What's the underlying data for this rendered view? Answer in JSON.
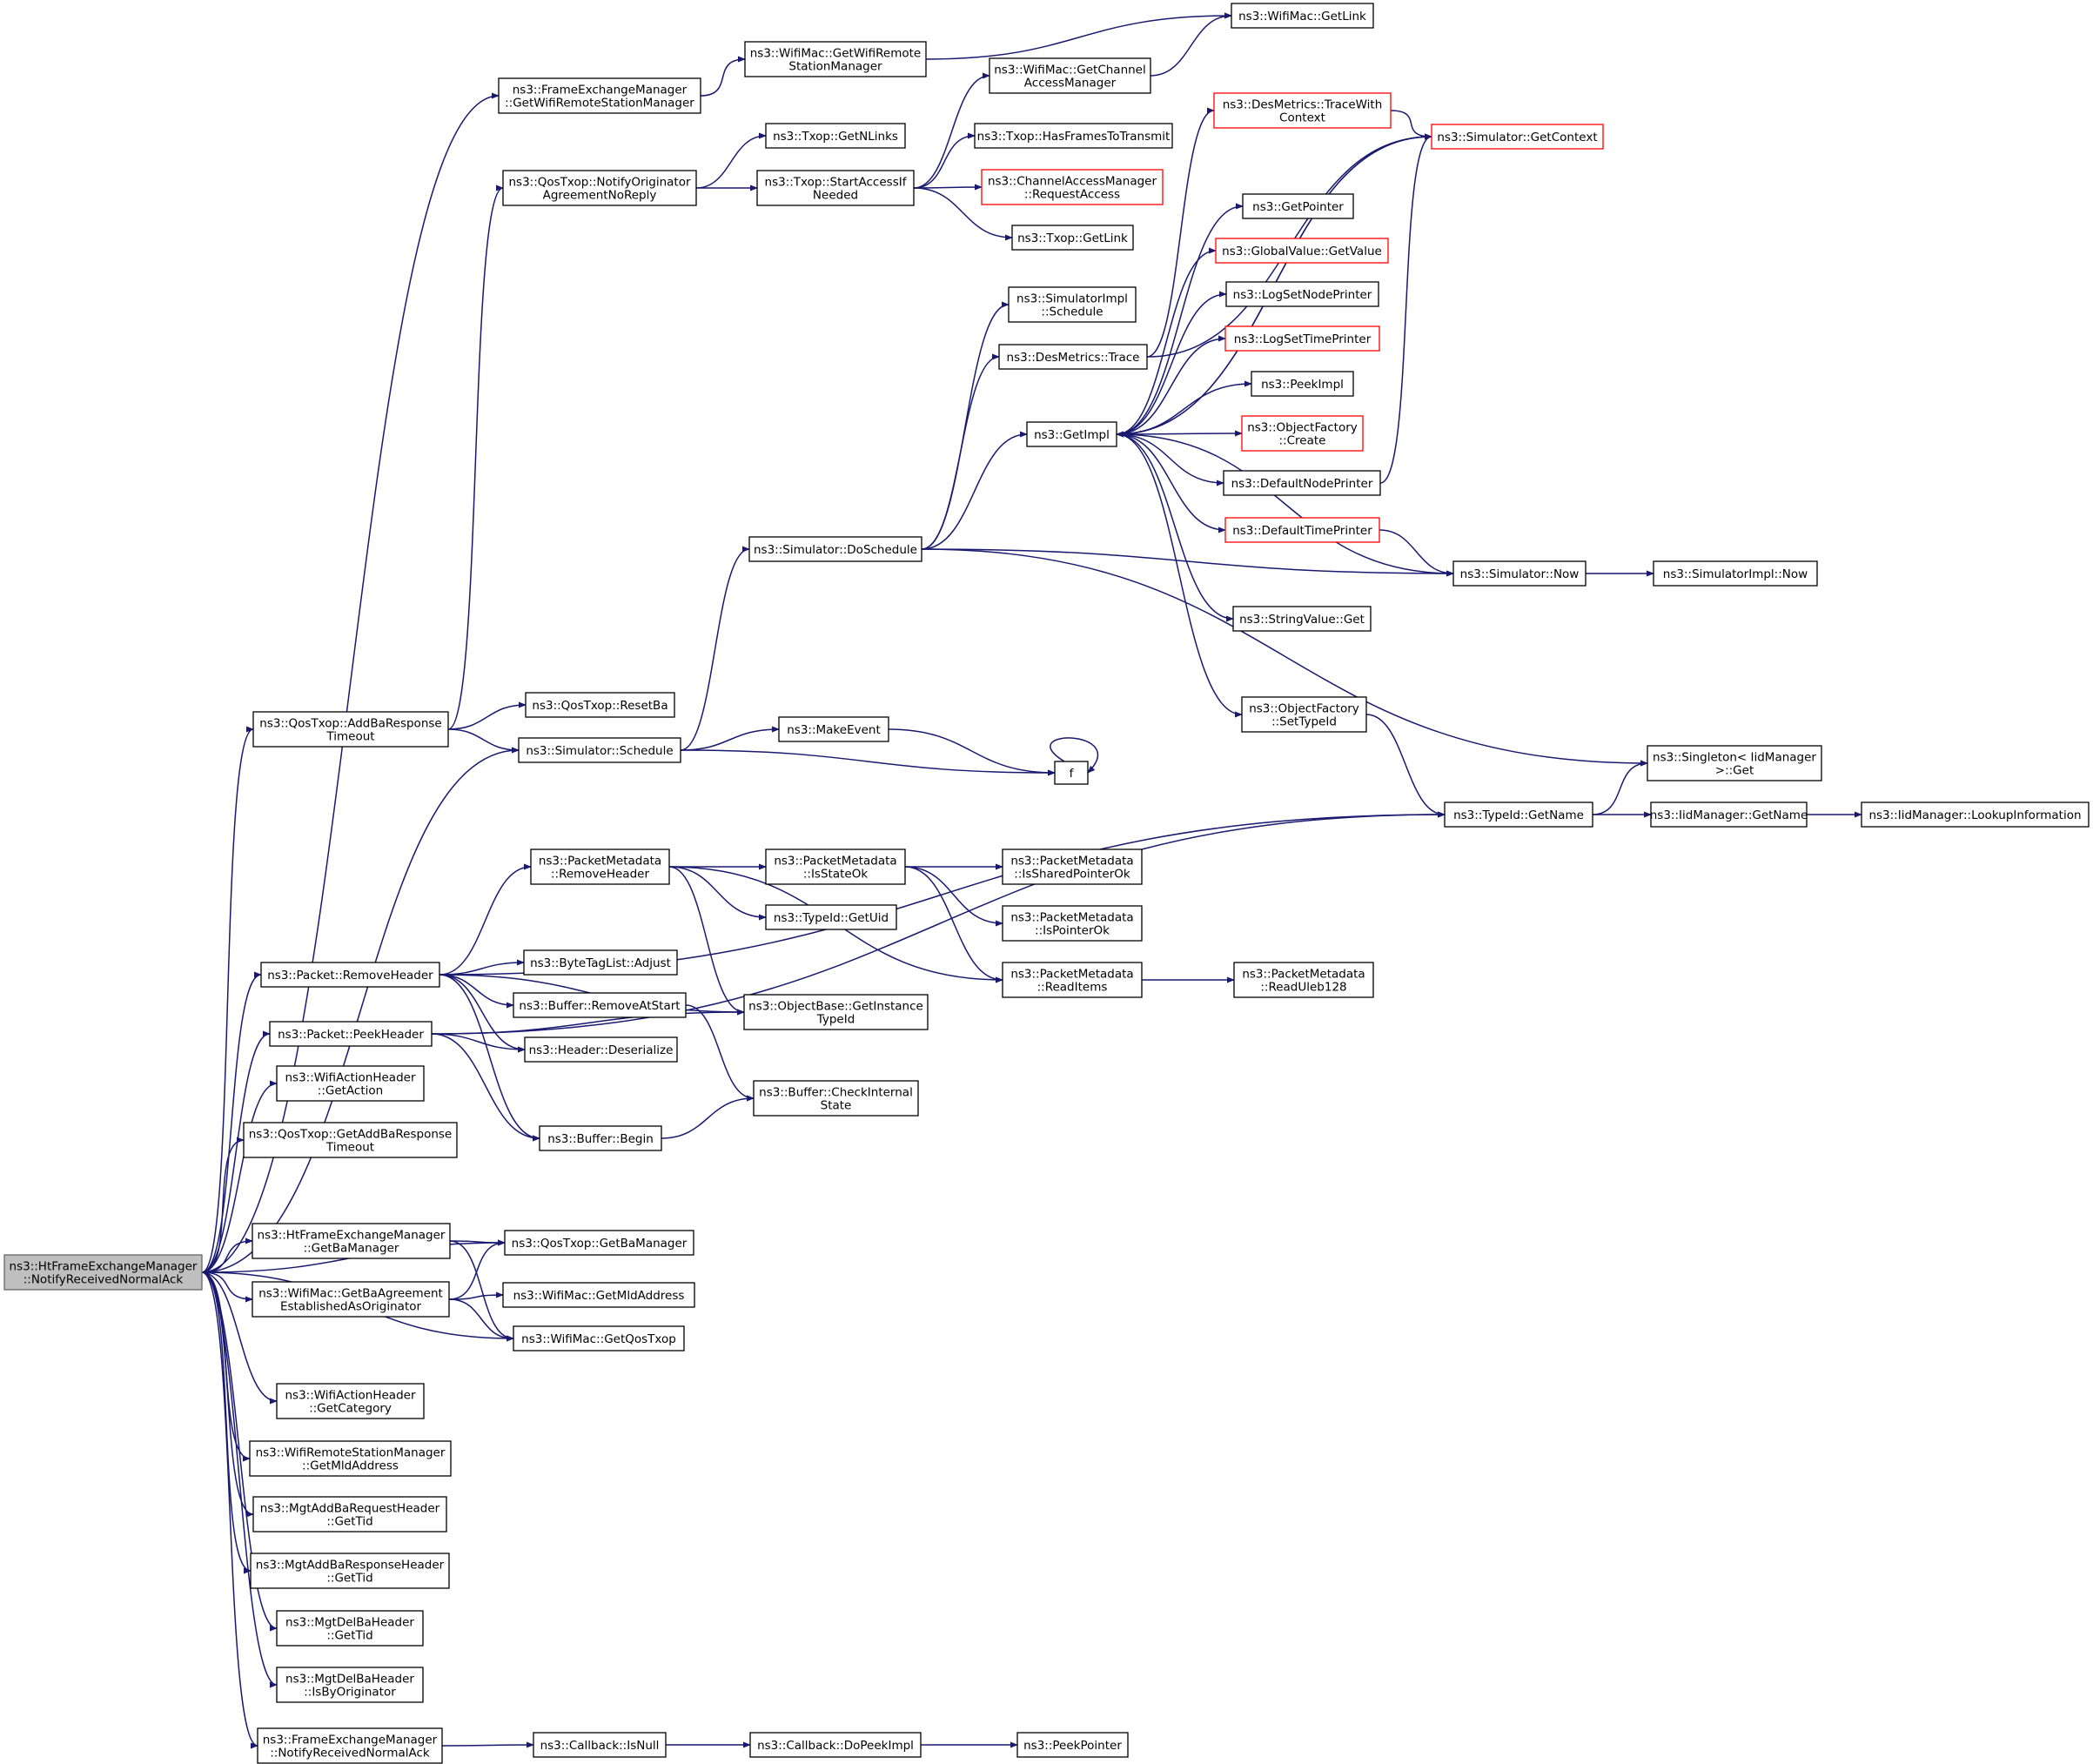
{
  "diagram": {
    "nodes": [
      {
        "id": "root",
        "lines": [
          "ns3::HtFrameExchangeManager",
          "::NotifyReceivedNormalAck"
        ],
        "style": "root"
      },
      {
        "id": "fem_gwrsm",
        "lines": [
          "ns3::FrameExchangeManager",
          "::GetWifiRemoteStationManager"
        ]
      },
      {
        "id": "wm_gwrsm",
        "lines": [
          "ns3::WifiMac::GetWifiRemote",
          "StationManager"
        ]
      },
      {
        "id": "wm_getlink",
        "lines": [
          "ns3::WifiMac::GetLink"
        ]
      },
      {
        "id": "wm_gcam",
        "lines": [
          "ns3::WifiMac::GetChannel",
          "AccessManager"
        ]
      },
      {
        "id": "txop_gnl",
        "lines": [
          "ns3::Txop::GetNLinks"
        ]
      },
      {
        "id": "qt_noanr",
        "lines": [
          "ns3::QosTxop::NotifyOriginator",
          "AgreementNoReply"
        ]
      },
      {
        "id": "txop_sain",
        "lines": [
          "ns3::Txop::StartAccessIf",
          "Needed"
        ]
      },
      {
        "id": "txop_hftt",
        "lines": [
          "ns3::Txop::HasFramesToTransmit"
        ]
      },
      {
        "id": "cam_ra",
        "lines": [
          "ns3::ChannelAccessManager",
          "::RequestAccess"
        ],
        "style": "red"
      },
      {
        "id": "txop_getlink",
        "lines": [
          "ns3::Txop::GetLink"
        ]
      },
      {
        "id": "dm_twc",
        "lines": [
          "ns3::DesMetrics::TraceWith",
          "Context"
        ],
        "style": "red"
      },
      {
        "id": "sim_gc",
        "lines": [
          "ns3::Simulator::GetContext"
        ],
        "style": "red"
      },
      {
        "id": "getpointer",
        "lines": [
          "ns3::GetPointer"
        ]
      },
      {
        "id": "gv_getvalue",
        "lines": [
          "ns3::GlobalValue::GetValue"
        ],
        "style": "red"
      },
      {
        "id": "lsnp",
        "lines": [
          "ns3::LogSetNodePrinter"
        ]
      },
      {
        "id": "lstp",
        "lines": [
          "ns3::LogSetTimePrinter"
        ],
        "style": "red"
      },
      {
        "id": "simimpl_sched",
        "lines": [
          "ns3::SimulatorImpl",
          "::Schedule"
        ]
      },
      {
        "id": "dm_trace",
        "lines": [
          "ns3::DesMetrics::Trace"
        ]
      },
      {
        "id": "peekimpl",
        "lines": [
          "ns3::PeekImpl"
        ]
      },
      {
        "id": "getimpl",
        "lines": [
          "ns3::GetImpl"
        ]
      },
      {
        "id": "of_create",
        "lines": [
          "ns3::ObjectFactory",
          "::Create"
        ],
        "style": "red"
      },
      {
        "id": "dnp",
        "lines": [
          "ns3::DefaultNodePrinter"
        ]
      },
      {
        "id": "dtp",
        "lines": [
          "ns3::DefaultTimePrinter"
        ],
        "style": "red"
      },
      {
        "id": "sim_dosched",
        "lines": [
          "ns3::Simulator::DoSchedule"
        ]
      },
      {
        "id": "sim_now",
        "lines": [
          "ns3::Simulator::Now"
        ]
      },
      {
        "id": "simimpl_now",
        "lines": [
          "ns3::SimulatorImpl::Now"
        ]
      },
      {
        "id": "sv_get",
        "lines": [
          "ns3::StringValue::Get"
        ]
      },
      {
        "id": "of_settid",
        "lines": [
          "ns3::ObjectFactory",
          "::SetTypeId"
        ]
      },
      {
        "id": "qt_abrt",
        "lines": [
          "ns3::QosTxop::AddBaResponse",
          "Timeout"
        ]
      },
      {
        "id": "qt_resetba",
        "lines": [
          "ns3::QosTxop::ResetBa"
        ]
      },
      {
        "id": "singleton_get",
        "lines": [
          "ns3::Singleton< IidManager",
          ">::Get"
        ]
      },
      {
        "id": "makeevent",
        "lines": [
          "ns3::MakeEvent"
        ]
      },
      {
        "id": "sim_sched",
        "lines": [
          "ns3::Simulator::Schedule"
        ]
      },
      {
        "id": "f",
        "lines": [
          "f"
        ]
      },
      {
        "id": "tid_getname",
        "lines": [
          "ns3::TypeId::GetName"
        ]
      },
      {
        "id": "iid_getname",
        "lines": [
          "ns3::IidManager::GetName"
        ]
      },
      {
        "id": "iid_lookup",
        "lines": [
          "ns3::IidManager::LookupInformation"
        ]
      },
      {
        "id": "pm_rh",
        "lines": [
          "ns3::PacketMetadata",
          "::RemoveHeader"
        ]
      },
      {
        "id": "pm_iso",
        "lines": [
          "ns3::PacketMetadata",
          "::IsStateOk"
        ]
      },
      {
        "id": "pm_ispo",
        "lines": [
          "ns3::PacketMetadata",
          "::IsSharedPointerOk"
        ]
      },
      {
        "id": "tid_getuid",
        "lines": [
          "ns3::TypeId::GetUid"
        ]
      },
      {
        "id": "pm_ipo",
        "lines": [
          "ns3::PacketMetadata",
          "::IsPointerOk"
        ]
      },
      {
        "id": "pkt_rh",
        "lines": [
          "ns3::Packet::RemoveHeader"
        ]
      },
      {
        "id": "btl_adjust",
        "lines": [
          "ns3::ByteTagList::Adjust"
        ]
      },
      {
        "id": "pm_ri",
        "lines": [
          "ns3::PacketMetadata",
          "::ReadItems"
        ]
      },
      {
        "id": "pm_ru",
        "lines": [
          "ns3::PacketMetadata",
          "::ReadUleb128"
        ]
      },
      {
        "id": "buf_ras",
        "lines": [
          "ns3::Buffer::RemoveAtStart"
        ]
      },
      {
        "id": "ob_git",
        "lines": [
          "ns3::ObjectBase::GetInstance",
          "TypeId"
        ]
      },
      {
        "id": "pkt_ph",
        "lines": [
          "ns3::Packet::PeekHeader"
        ]
      },
      {
        "id": "hdr_deser",
        "lines": [
          "ns3::Header::Deserialize"
        ]
      },
      {
        "id": "wah_getaction",
        "lines": [
          "ns3::WifiActionHeader",
          "::GetAction"
        ]
      },
      {
        "id": "buf_cis",
        "lines": [
          "ns3::Buffer::CheckInternal",
          "State"
        ]
      },
      {
        "id": "qt_gabrt",
        "lines": [
          "ns3::QosTxop::GetAddBaResponse",
          "Timeout"
        ]
      },
      {
        "id": "buf_begin",
        "lines": [
          "ns3::Buffer::Begin"
        ]
      },
      {
        "id": "htfem_gbm",
        "lines": [
          "ns3::HtFrameExchangeManager",
          "::GetBaManager"
        ]
      },
      {
        "id": "qt_gbm",
        "lines": [
          "ns3::QosTxop::GetBaManager"
        ]
      },
      {
        "id": "wm_gbaeo",
        "lines": [
          "ns3::WifiMac::GetBaAgreement",
          "EstablishedAsOriginator"
        ]
      },
      {
        "id": "wm_gmld",
        "lines": [
          "ns3::WifiMac::GetMldAddress"
        ]
      },
      {
        "id": "wm_gqt",
        "lines": [
          "ns3::WifiMac::GetQosTxop"
        ]
      },
      {
        "id": "wah_gcat",
        "lines": [
          "ns3::WifiActionHeader",
          "::GetCategory"
        ]
      },
      {
        "id": "wrsm_gmld",
        "lines": [
          "ns3::WifiRemoteStationManager",
          "::GetMldAddress"
        ]
      },
      {
        "id": "mabreq_gtid",
        "lines": [
          "ns3::MgtAddBaRequestHeader",
          "::GetTid"
        ]
      },
      {
        "id": "mabresp_gtid",
        "lines": [
          "ns3::MgtAddBaResponseHeader",
          "::GetTid"
        ]
      },
      {
        "id": "mdb_gtid",
        "lines": [
          "ns3::MgtDelBaHeader",
          "::GetTid"
        ]
      },
      {
        "id": "mdb_ibo",
        "lines": [
          "ns3::MgtDelBaHeader",
          "::IsByOriginator"
        ]
      },
      {
        "id": "fem_nrna",
        "lines": [
          "ns3::FrameExchangeManager",
          "::NotifyReceivedNormalAck"
        ]
      },
      {
        "id": "cb_isnull",
        "lines": [
          "ns3::Callback::IsNull"
        ]
      },
      {
        "id": "cb_dpi",
        "lines": [
          "ns3::Callback::DoPeekImpl"
        ]
      },
      {
        "id": "peekpointer",
        "lines": [
          "ns3::PeekPointer"
        ]
      }
    ],
    "edges": [
      [
        "root",
        "fem_gwrsm"
      ],
      [
        "root",
        "qt_abrt"
      ],
      [
        "root",
        "sim_sched"
      ],
      [
        "root",
        "pkt_rh"
      ],
      [
        "root",
        "pkt_ph"
      ],
      [
        "root",
        "wah_getaction"
      ],
      [
        "root",
        "qt_gabrt"
      ],
      [
        "root",
        "qt_gbm"
      ],
      [
        "root",
        "htfem_gbm"
      ],
      [
        "root",
        "wm_gbaeo"
      ],
      [
        "root",
        "wm_gqt"
      ],
      [
        "root",
        "wah_gcat"
      ],
      [
        "root",
        "wrsm_gmld"
      ],
      [
        "root",
        "mabreq_gtid"
      ],
      [
        "root",
        "mabresp_gtid"
      ],
      [
        "root",
        "mdb_gtid"
      ],
      [
        "root",
        "mdb_ibo"
      ],
      [
        "root",
        "fem_nrna"
      ],
      [
        "fem_gwrsm",
        "wm_gwrsm"
      ],
      [
        "wm_gwrsm",
        "wm_getlink"
      ],
      [
        "wm_gcam",
        "wm_getlink"
      ],
      [
        "qt_noanr",
        "txop_gnl"
      ],
      [
        "qt_noanr",
        "txop_sain"
      ],
      [
        "txop_sain",
        "wm_gcam"
      ],
      [
        "txop_sain",
        "txop_hftt"
      ],
      [
        "txop_sain",
        "cam_ra"
      ],
      [
        "txop_sain",
        "txop_getlink"
      ],
      [
        "qt_abrt",
        "qt_noanr"
      ],
      [
        "qt_abrt",
        "qt_resetba"
      ],
      [
        "qt_abrt",
        "sim_sched"
      ],
      [
        "sim_sched",
        "sim_dosched"
      ],
      [
        "sim_sched",
        "makeevent"
      ],
      [
        "sim_sched",
        "f"
      ],
      [
        "makeevent",
        "f"
      ],
      [
        "f",
        "f"
      ],
      [
        "sim_dosched",
        "simimpl_sched"
      ],
      [
        "sim_dosched",
        "dm_trace"
      ],
      [
        "sim_dosched",
        "getimpl"
      ],
      [
        "sim_dosched",
        "sim_now"
      ],
      [
        "sim_dosched",
        "singleton_get"
      ],
      [
        "dm_trace",
        "dm_twc"
      ],
      [
        "dm_trace",
        "sim_gc"
      ],
      [
        "dm_twc",
        "sim_gc"
      ],
      [
        "getimpl",
        "sim_gc"
      ],
      [
        "getimpl",
        "getpointer"
      ],
      [
        "getimpl",
        "gv_getvalue"
      ],
      [
        "getimpl",
        "lsnp"
      ],
      [
        "getimpl",
        "lstp"
      ],
      [
        "getimpl",
        "peekimpl"
      ],
      [
        "getimpl",
        "of_create"
      ],
      [
        "getimpl",
        "dnp"
      ],
      [
        "getimpl",
        "dtp"
      ],
      [
        "getimpl",
        "sv_get"
      ],
      [
        "getimpl",
        "of_settid"
      ],
      [
        "sim_gc",
        "getimpl"
      ],
      [
        "dnp",
        "sim_gc"
      ],
      [
        "dtp",
        "sim_now"
      ],
      [
        "sim_now",
        "getimpl"
      ],
      [
        "sim_now",
        "simimpl_now"
      ],
      [
        "of_settid",
        "tid_getname"
      ],
      [
        "tid_getname",
        "singleton_get"
      ],
      [
        "tid_getname",
        "iid_getname"
      ],
      [
        "iid_getname",
        "iid_lookup"
      ],
      [
        "pkt_rh",
        "pm_rh"
      ],
      [
        "pkt_rh",
        "ob_git"
      ],
      [
        "pkt_rh",
        "btl_adjust"
      ],
      [
        "pkt_rh",
        "buf_ras"
      ],
      [
        "pkt_rh",
        "hdr_deser"
      ],
      [
        "pkt_rh",
        "buf_begin"
      ],
      [
        "pkt_rh",
        "tid_getname"
      ],
      [
        "pm_rh",
        "pm_iso"
      ],
      [
        "pm_rh",
        "tid_getuid"
      ],
      [
        "pm_rh",
        "ob_git"
      ],
      [
        "pm_rh",
        "pm_ri"
      ],
      [
        "pm_iso",
        "pm_ispo"
      ],
      [
        "pm_iso",
        "pm_ipo"
      ],
      [
        "pm_iso",
        "pm_ri"
      ],
      [
        "pm_ri",
        "pm_ru"
      ],
      [
        "buf_ras",
        "buf_cis"
      ],
      [
        "buf_begin",
        "buf_cis"
      ],
      [
        "pkt_ph",
        "hdr_deser"
      ],
      [
        "pkt_ph",
        "ob_git"
      ],
      [
        "pkt_ph",
        "buf_begin"
      ],
      [
        "pkt_ph",
        "tid_getname"
      ],
      [
        "htfem_gbm",
        "qt_gbm"
      ],
      [
        "htfem_gbm",
        "wm_gqt"
      ],
      [
        "wm_gbaeo",
        "qt_gbm"
      ],
      [
        "wm_gbaeo",
        "wm_gmld"
      ],
      [
        "wm_gbaeo",
        "wm_gqt"
      ],
      [
        "fem_nrna",
        "cb_isnull"
      ],
      [
        "cb_isnull",
        "cb_dpi"
      ],
      [
        "cb_dpi",
        "peekpointer"
      ]
    ]
  }
}
